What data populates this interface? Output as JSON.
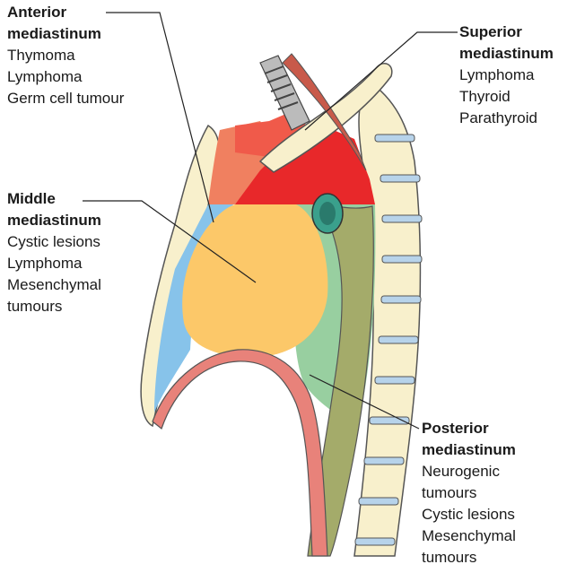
{
  "regions": {
    "anterior": {
      "title_line1": "Anterior",
      "title_line2": "mediastinum",
      "items": [
        "Thymoma",
        "Lymphoma",
        "Germ cell tumour"
      ],
      "color": "#f08060"
    },
    "superior": {
      "title_line1": "Superior",
      "title_line2": "mediastinum",
      "items": [
        "Lymphoma",
        "Thyroid",
        "Parathyroid"
      ],
      "color": "#e8282a"
    },
    "middle": {
      "title_line1": "Middle",
      "title_line2": "mediastinum",
      "items": [
        "Cystic lesions",
        "Lymphoma",
        "Mesenchymal",
        "tumours"
      ],
      "color": "#fcc869"
    },
    "posterior": {
      "title_line1": "Posterior",
      "title_line2": "mediastinum",
      "items": [
        "Neurogenic",
        "tumours",
        "Cystic lesions",
        "Mesenchymal",
        "tumours"
      ],
      "color": "#98cfa0"
    }
  }
}
